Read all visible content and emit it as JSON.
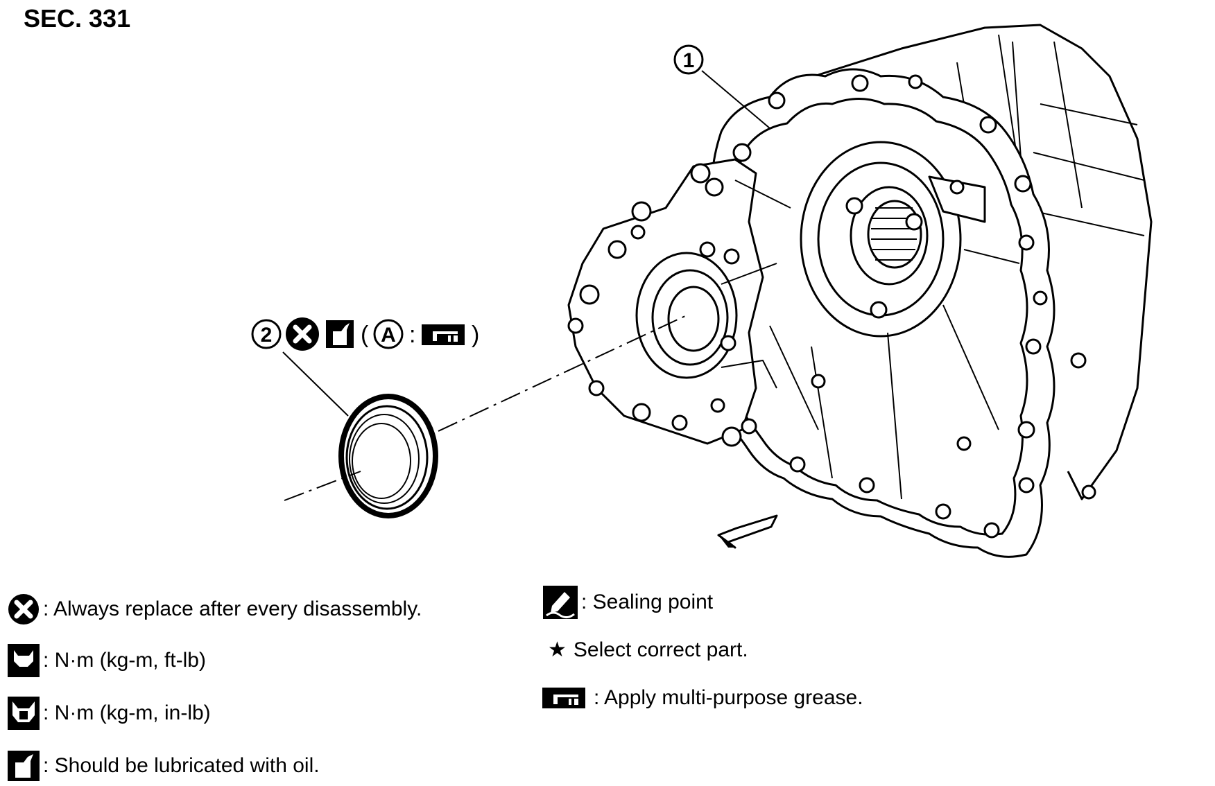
{
  "section": "SEC. 331",
  "callouts": {
    "part1": "1",
    "part2": "2",
    "ref_a": "A",
    "paren_open": "(",
    "colon": ":",
    "paren_close": ")"
  },
  "legend": {
    "replace": ": Always replace after every disassembly.",
    "torque_ftlb": ": N·m (kg-m, ft-lb)",
    "torque_inlb": ": N·m (kg-m, in-lb)",
    "lubricate": ": Should be lubricated with oil.",
    "sealing": ": Sealing point",
    "select": "Select correct part.",
    "grease": ": Apply multi-purpose grease."
  },
  "icons": [
    "replace-icon",
    "torque-wrench-icon",
    "torque-wrench-filled-icon",
    "oil-can-icon",
    "sealing-point-icon",
    "star-icon",
    "grease-icon",
    "front-arrow-icon"
  ]
}
